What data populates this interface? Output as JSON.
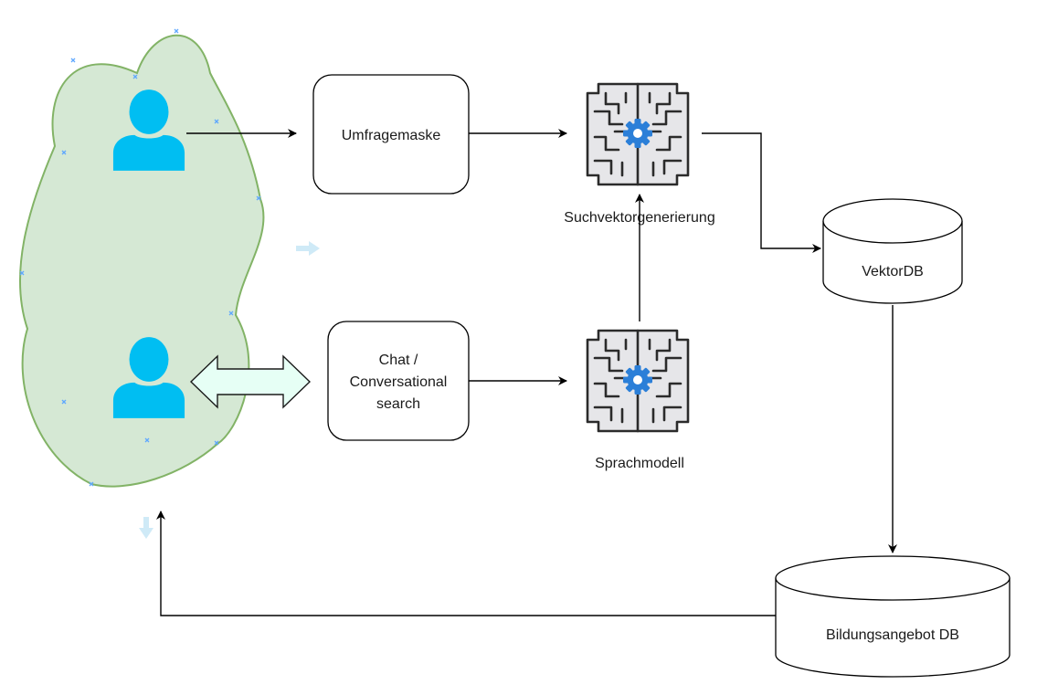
{
  "diagram": {
    "nodes": {
      "umfragemaske": {
        "lines": [
          "Umfragemaske"
        ]
      },
      "chat": {
        "lines": [
          "Chat /",
          "Conversational",
          "search"
        ]
      },
      "suchvektor": {
        "label": "Suchvektorgenerierung",
        "icon": "ai-brain-gear-icon"
      },
      "sprachmodell": {
        "label": "Sprachmodell",
        "icon": "ai-brain-gear-icon"
      },
      "vektordb": {
        "label": "VektorDB"
      },
      "bildungsangebot": {
        "label": "Bildungsangebot DB"
      }
    },
    "users": [
      {
        "icon": "user-icon"
      },
      {
        "icon": "user-icon"
      }
    ],
    "colors": {
      "cloud_fill": "#d5e8d4",
      "cloud_stroke": "#82b366",
      "user_icon": "#00bef2",
      "brain_fill": "#e6e6e9",
      "brain_stroke": "#2b2b2b",
      "gear": "#2b7fd8",
      "double_arrow_fill": "#e6fff5",
      "double_arrow_stroke": "#1a1a1a",
      "edge": "#000000"
    }
  }
}
